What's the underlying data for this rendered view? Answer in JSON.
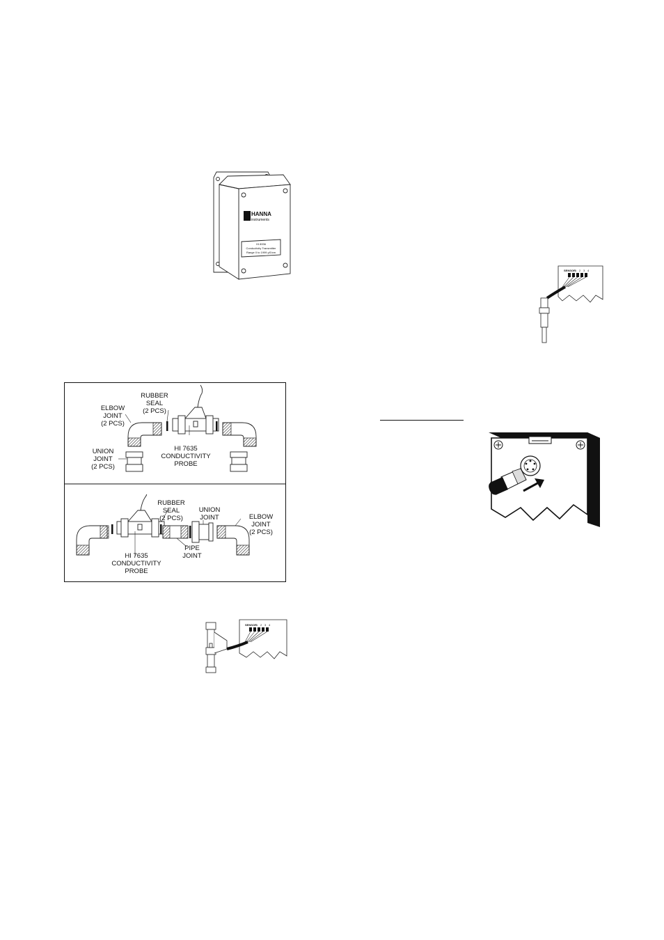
{
  "enclosure": {
    "brand_top": "HANNA",
    "brand_bottom": "instruments",
    "plate_lines": [
      "HI 8936",
      "Conductivity Transmitter",
      "Range 0 to 1999 µS/cm"
    ]
  },
  "assembly_top": {
    "rubber_seal": [
      "RUBBER",
      "SEAL",
      "(2 PCS)"
    ],
    "elbow_joint": [
      "ELBOW",
      "JOINT",
      "(2 PCS)"
    ],
    "union_joint": [
      "UNION",
      "JOINT",
      "(2 PCS)"
    ],
    "probe": [
      "HI 7635",
      "CONDUCTIVITY",
      "PROBE"
    ]
  },
  "assembly_bottom": {
    "rubber_seal": [
      "RUBBER",
      "SEAL",
      "(2 PCS)"
    ],
    "union_joint": [
      "UNION",
      "JOINT"
    ],
    "elbow_joint": [
      "ELBOW",
      "JOINT",
      "(2 PCS)"
    ],
    "pipe_joint": [
      "PIPE",
      "JOINT"
    ],
    "probe": [
      "HI 7635",
      "CONDUCTIVITY",
      "PROBE"
    ]
  },
  "terminal": {
    "sensor_label": "SENSOR",
    "numbers": [
      "1",
      "2",
      "3",
      "4"
    ]
  }
}
